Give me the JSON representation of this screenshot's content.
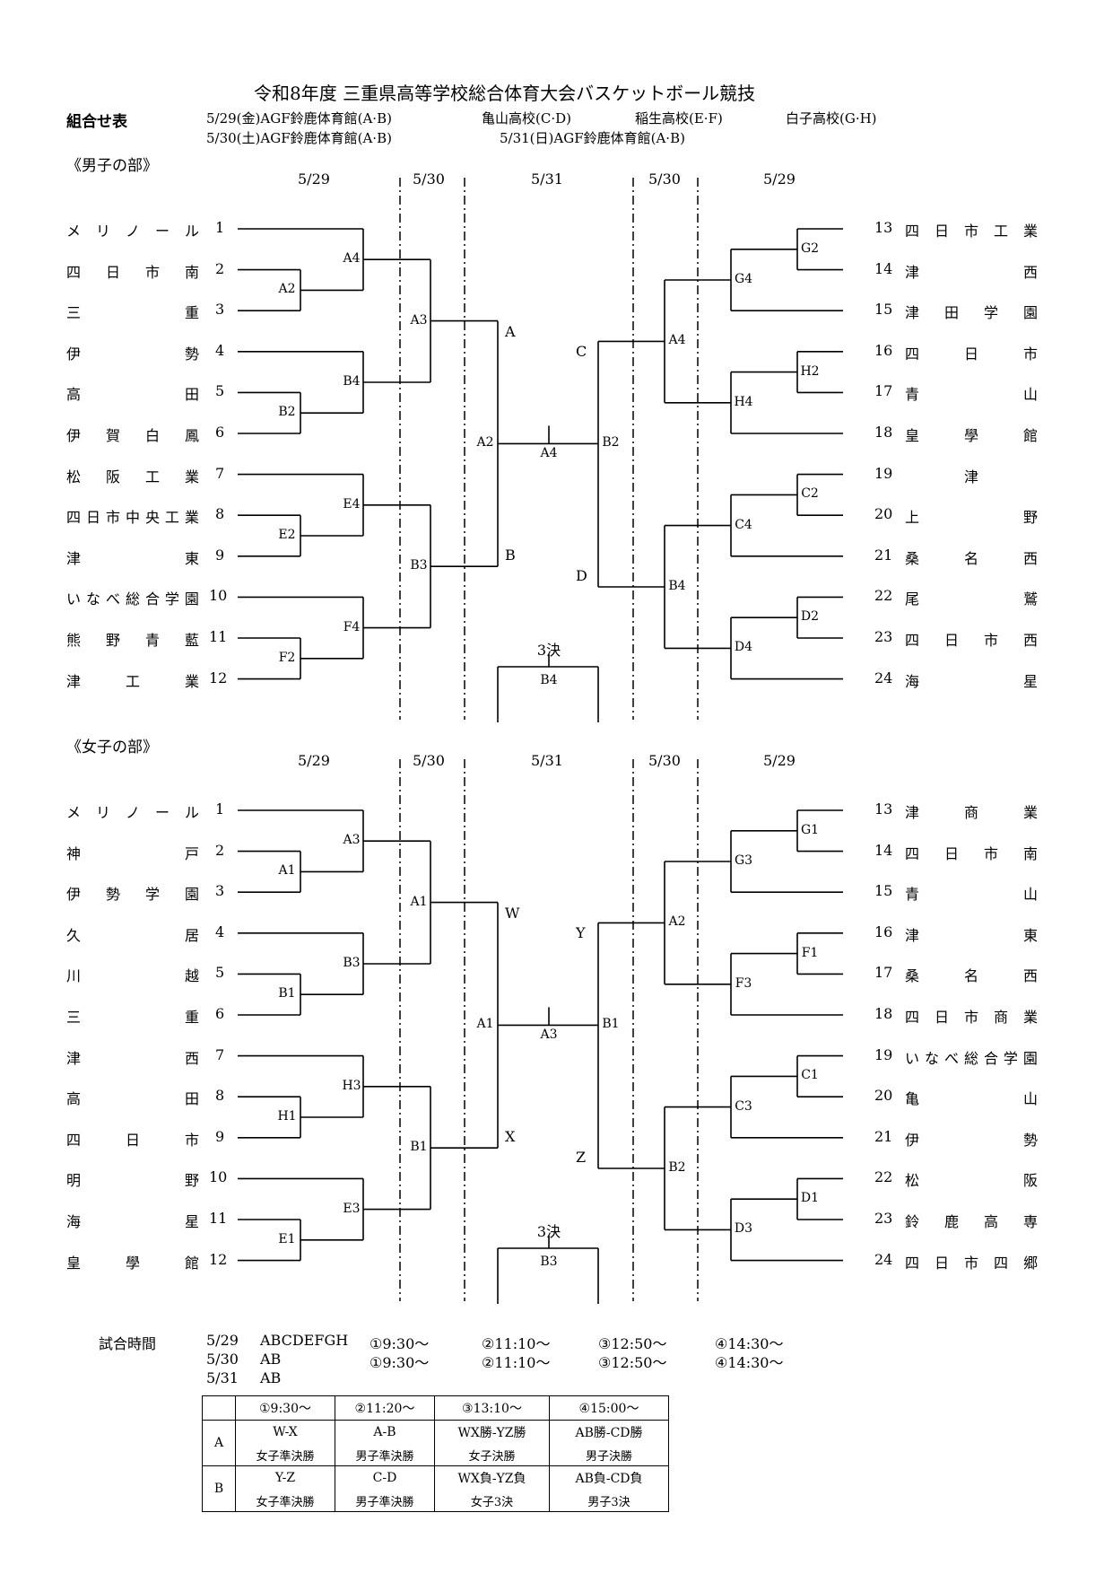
{
  "title": "令和8年度 三重県高等学校総合体育大会バスケットボール競技",
  "subtitle": "組合せ表",
  "venues": {
    "line1_date": "5/29(金)AGF鈴鹿体育館(A·B)",
    "line1_v2": "亀山高校(C·D)",
    "line1_v3": "稲生高校(E·F)",
    "line1_v4": "白子高校(G·H)",
    "line2_date": "5/30(土)AGF鈴鹿体育館(A·B)",
    "line2_v2": "5/31(日)AGF鈴鹿体育館(A·B)"
  },
  "men": {
    "section_label": "《男子の部》",
    "dates": [
      "5/29",
      "5/30",
      "5/31",
      "5/30",
      "5/29"
    ],
    "left_teams": [
      {
        "num": "1",
        "name": "メリノール"
      },
      {
        "num": "2",
        "name": "四日市南"
      },
      {
        "num": "3",
        "name": "三重"
      },
      {
        "num": "4",
        "name": "伊勢"
      },
      {
        "num": "5",
        "name": "高田"
      },
      {
        "num": "6",
        "name": "伊賀白鳳"
      },
      {
        "num": "7",
        "name": "松阪工業"
      },
      {
        "num": "8",
        "name": "四日市中央工業"
      },
      {
        "num": "9",
        "name": "津東"
      },
      {
        "num": "10",
        "name": "いなべ総合学園"
      },
      {
        "num": "11",
        "name": "熊野青藍"
      },
      {
        "num": "12",
        "name": "津工業"
      }
    ],
    "right_teams": [
      {
        "num": "13",
        "name": "四日市工業"
      },
      {
        "num": "14",
        "name": "津西"
      },
      {
        "num": "15",
        "name": "津田学園"
      },
      {
        "num": "16",
        "name": "四日市"
      },
      {
        "num": "17",
        "name": "青山"
      },
      {
        "num": "18",
        "name": "皇學館"
      },
      {
        "num": "19",
        "name": "津"
      },
      {
        "num": "20",
        "name": "上野"
      },
      {
        "num": "21",
        "name": "桑名西"
      },
      {
        "num": "22",
        "name": "尾鷲"
      },
      {
        "num": "23",
        "name": "四日市西"
      },
      {
        "num": "24",
        "name": "海星"
      }
    ],
    "left_r1": [
      "A2",
      "B2",
      "E2",
      "F2"
    ],
    "left_r2": [
      "A4",
      "B4",
      "E4",
      "F4"
    ],
    "left_r3": [
      "A3",
      "B3"
    ],
    "right_r1": [
      "G2",
      "H2",
      "C2",
      "D2"
    ],
    "right_r2": [
      "G4",
      "H4",
      "C4",
      "D4"
    ],
    "right_r3": [
      "A4",
      "B4"
    ],
    "semi_left": "A2",
    "semi_right": "B2",
    "final": "A4",
    "letters": [
      "A",
      "C",
      "B",
      "D"
    ],
    "third_label": "3決",
    "third_court": "B4"
  },
  "women": {
    "section_label": "《女子の部》",
    "dates": [
      "5/29",
      "5/30",
      "5/31",
      "5/30",
      "5/29"
    ],
    "left_teams": [
      {
        "num": "1",
        "name": "メリノール"
      },
      {
        "num": "2",
        "name": "神戸"
      },
      {
        "num": "3",
        "name": "伊勢学園"
      },
      {
        "num": "4",
        "name": "久居"
      },
      {
        "num": "5",
        "name": "川越"
      },
      {
        "num": "6",
        "name": "三重"
      },
      {
        "num": "7",
        "name": "津西"
      },
      {
        "num": "8",
        "name": "高田"
      },
      {
        "num": "9",
        "name": "四日市"
      },
      {
        "num": "10",
        "name": "明野"
      },
      {
        "num": "11",
        "name": "海星"
      },
      {
        "num": "12",
        "name": "皇學館"
      }
    ],
    "right_teams": [
      {
        "num": "13",
        "name": "津商業"
      },
      {
        "num": "14",
        "name": "四日市南"
      },
      {
        "num": "15",
        "name": "青山"
      },
      {
        "num": "16",
        "name": "津東"
      },
      {
        "num": "17",
        "name": "桑名西"
      },
      {
        "num": "18",
        "name": "四日市商業"
      },
      {
        "num": "19",
        "name": "いなべ総合学園"
      },
      {
        "num": "20",
        "name": "亀山"
      },
      {
        "num": "21",
        "name": "伊勢"
      },
      {
        "num": "22",
        "name": "松阪"
      },
      {
        "num": "23",
        "name": "鈴鹿高専"
      },
      {
        "num": "24",
        "name": "四日市四郷"
      }
    ],
    "left_r1": [
      "A1",
      "B1",
      "H1",
      "E1"
    ],
    "left_r2": [
      "A3",
      "B3",
      "H3",
      "E3"
    ],
    "left_r3": [
      "A1",
      "B1"
    ],
    "right_r1": [
      "G1",
      "F1",
      "C1",
      "D1"
    ],
    "right_r2": [
      "G3",
      "F3",
      "C3",
      "D3"
    ],
    "right_r3": [
      "A2",
      "B2"
    ],
    "semi_left": "A1",
    "semi_right": "B1",
    "final": "A3",
    "letters": [
      "W",
      "Y",
      "X",
      "Z"
    ],
    "third_label": "3決",
    "third_court": "B3"
  },
  "schedule": {
    "label": "試合時間",
    "rows": [
      {
        "day": "5/29",
        "courts": "ABCDEFGH",
        "times": [
          "①9:30〜",
          "②11:10〜",
          "③12:50〜",
          "④14:30〜"
        ]
      },
      {
        "day": "5/30",
        "courts": "AB",
        "times": [
          "①9:30〜",
          "②11:10〜",
          "③12:50〜",
          "④14:30〜"
        ]
      },
      {
        "day": "5/31",
        "courts": "AB",
        "times": []
      }
    ],
    "table": {
      "headers": [
        "①9:30〜",
        "②11:20〜",
        "③13:10〜",
        "④15:00〜"
      ],
      "rows": [
        {
          "court": "A",
          "games": [
            "W-X",
            "A-B",
            "WX勝-YZ勝",
            "AB勝-CD勝"
          ],
          "notes": [
            "女子準決勝",
            "男子準決勝",
            "女子決勝",
            "男子決勝"
          ]
        },
        {
          "court": "B",
          "games": [
            "Y-Z",
            "C-D",
            "WX負-YZ負",
            "AB負-CD負"
          ],
          "notes": [
            "女子準決勝",
            "男子準決勝",
            "女子3決",
            "男子3決"
          ]
        }
      ]
    }
  }
}
